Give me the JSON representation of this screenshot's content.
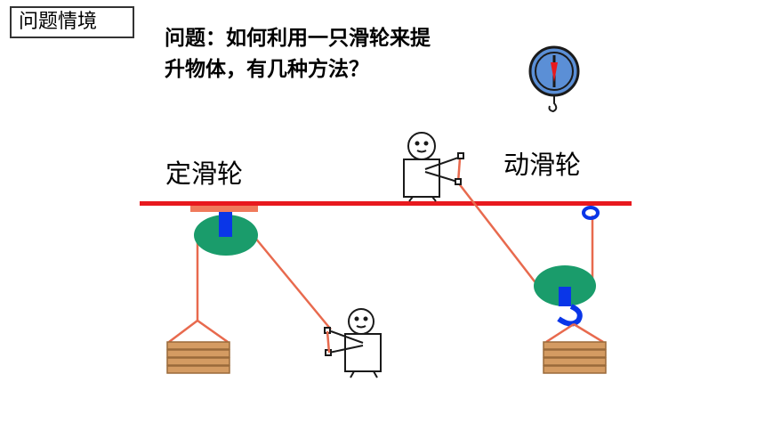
{
  "section_tag": "问题情境",
  "question_line1": "问题：如何利用一只滑轮来提",
  "question_line2": "升物体，有几种方法？",
  "fixed_pulley_label": "定滑轮",
  "movable_pulley_label": "动滑轮",
  "colors": {
    "beam": "#e8191e",
    "rope": "#e86a4e",
    "pulley": "#1a9c6b",
    "axle": "#0a36e8",
    "mount": "#f07a5c",
    "crate": "#d49b62",
    "crate_edge": "#9a6a3a",
    "scale_blue": "#5b8fd6"
  }
}
